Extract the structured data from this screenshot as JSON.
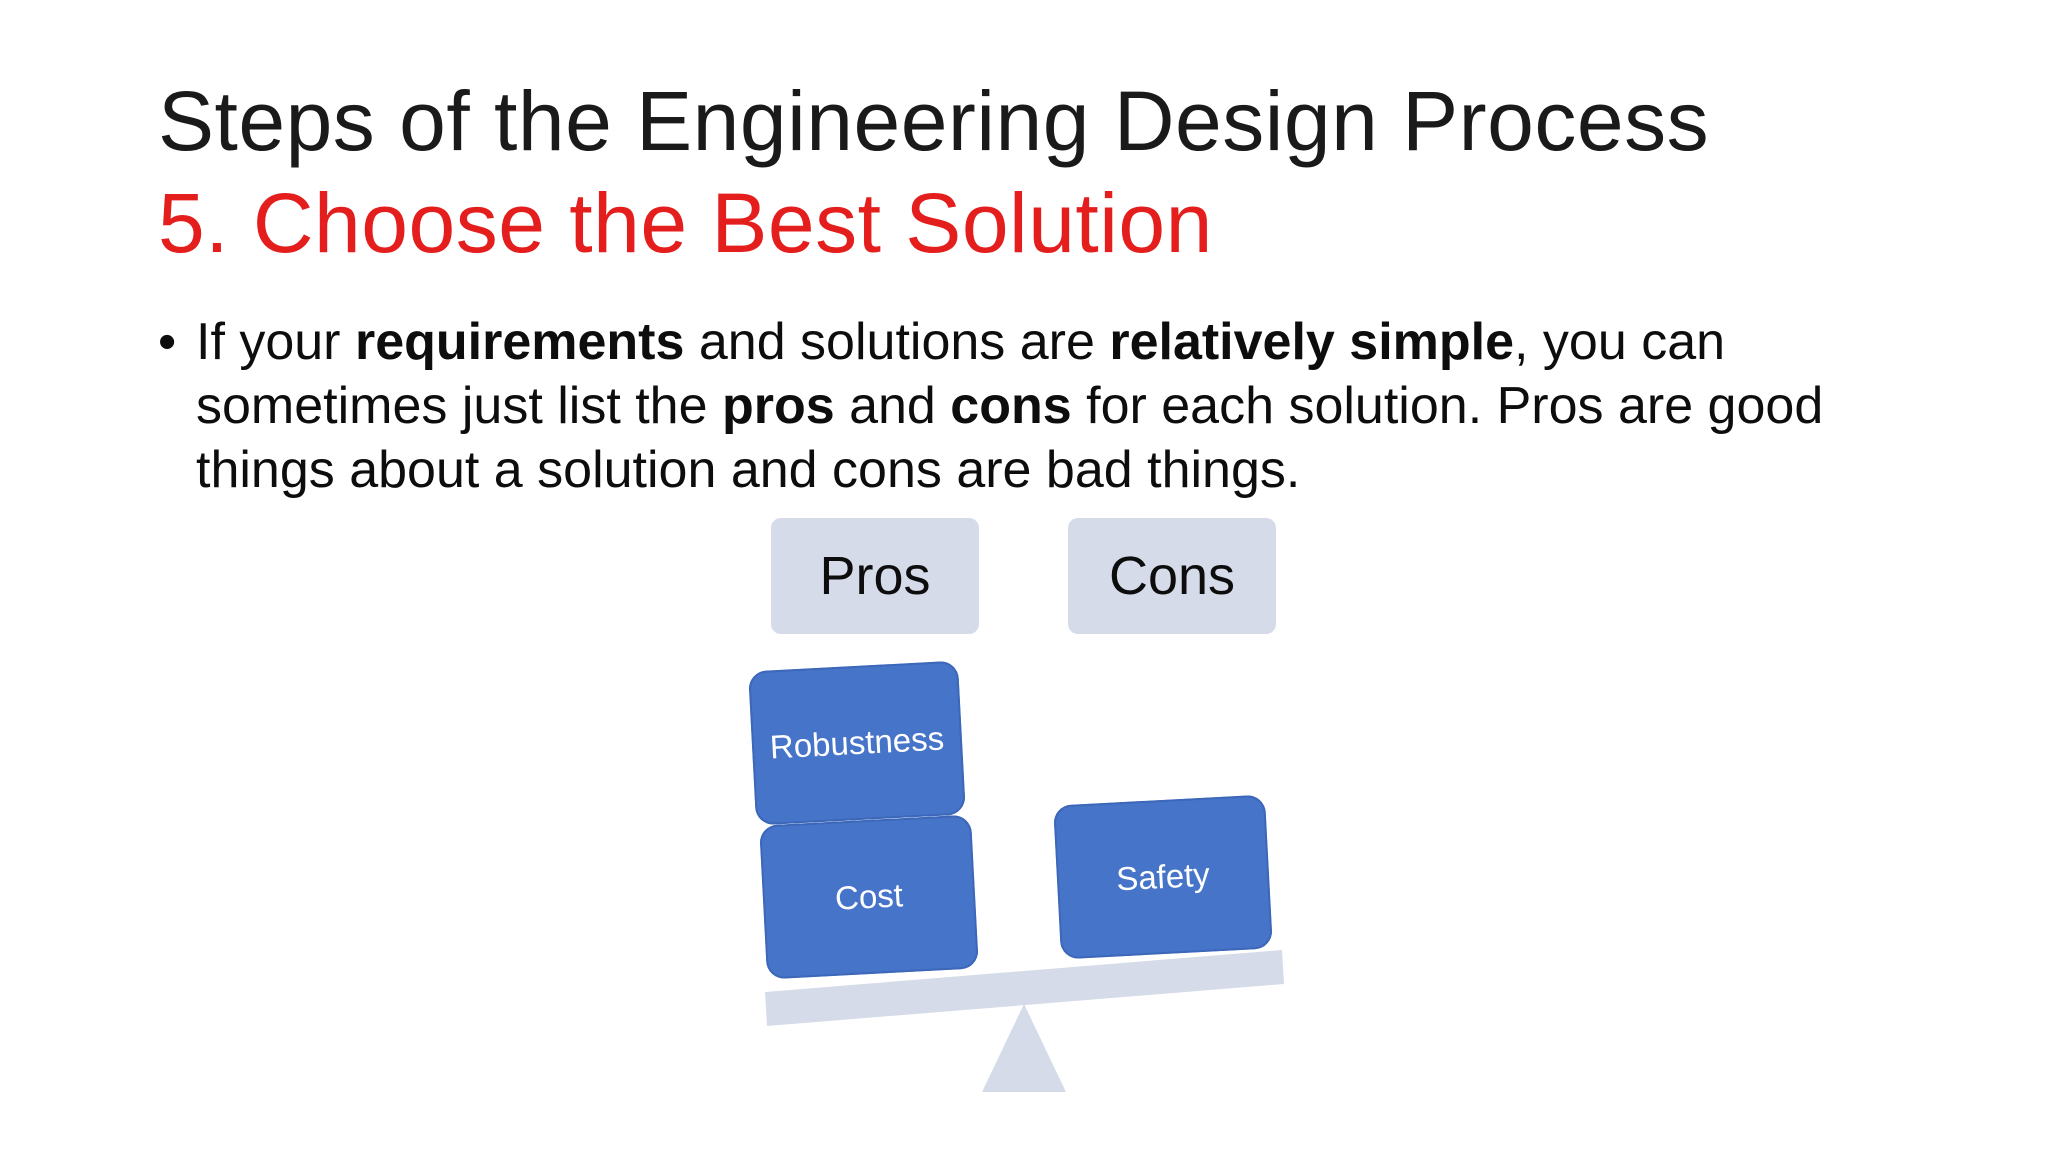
{
  "slide": {
    "title_line1": "Steps of the Engineering Design Process",
    "title_line2": "5. Choose the Best Solution",
    "bullet": {
      "marker": "•",
      "parts": [
        {
          "text": "If your ",
          "bold": false
        },
        {
          "text": "requirements",
          "bold": true
        },
        {
          "text": " and solutions are ",
          "bold": false
        },
        {
          "text": "relatively simple",
          "bold": true
        },
        {
          "text": ", you can sometimes just list the ",
          "bold": false
        },
        {
          "text": "pros",
          "bold": true
        },
        {
          "text": " and ",
          "bold": false
        },
        {
          "text": "cons",
          "bold": true
        },
        {
          "text": " for each solution. Pros are good things about a solution and cons are bad things.",
          "bold": false
        }
      ]
    },
    "diagram": {
      "pros_label": "Pros",
      "cons_label": "Cons",
      "pros_items": [
        "Robustness",
        "Cost"
      ],
      "cons_items": [
        "Safety"
      ]
    },
    "colors": {
      "title": "#1a1a1a",
      "subtitle": "#e41d1d",
      "block": "#4674c9",
      "header_box": "#d5dbe9",
      "balance": "#d5dbe9"
    }
  }
}
